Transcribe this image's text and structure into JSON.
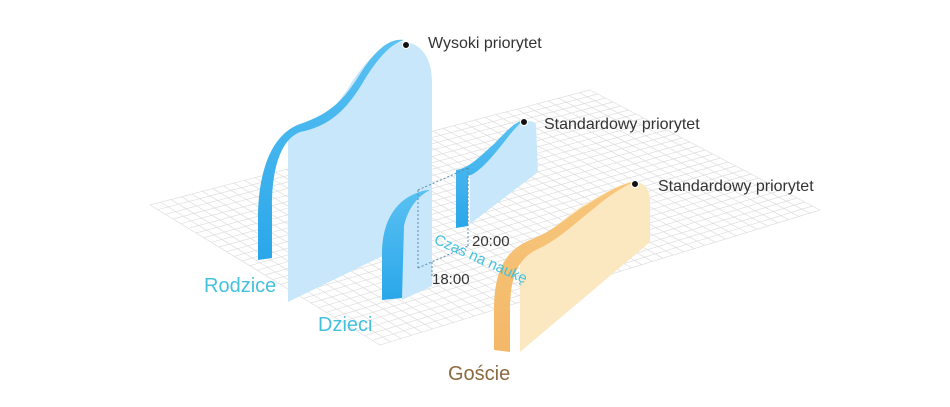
{
  "priorities": {
    "parents": "Wysoki priorytet",
    "children": "Standardowy priorytet",
    "guests": "Standardowy priorytet"
  },
  "groups": {
    "parents": "Rodzice",
    "children": "Dzieci",
    "guests": "Goście"
  },
  "schedule": {
    "start": "18:00",
    "end": "20:00",
    "label": "Czas na naukę"
  },
  "colors": {
    "blue_dark": "#2fa6e6",
    "blue_light": "#c6e6fb",
    "orange_dark": "#f6c173",
    "orange_light": "#fbe8c2",
    "teal_text": "#44c2dc",
    "brown_text": "#8b6941",
    "grid": "#dedede"
  }
}
